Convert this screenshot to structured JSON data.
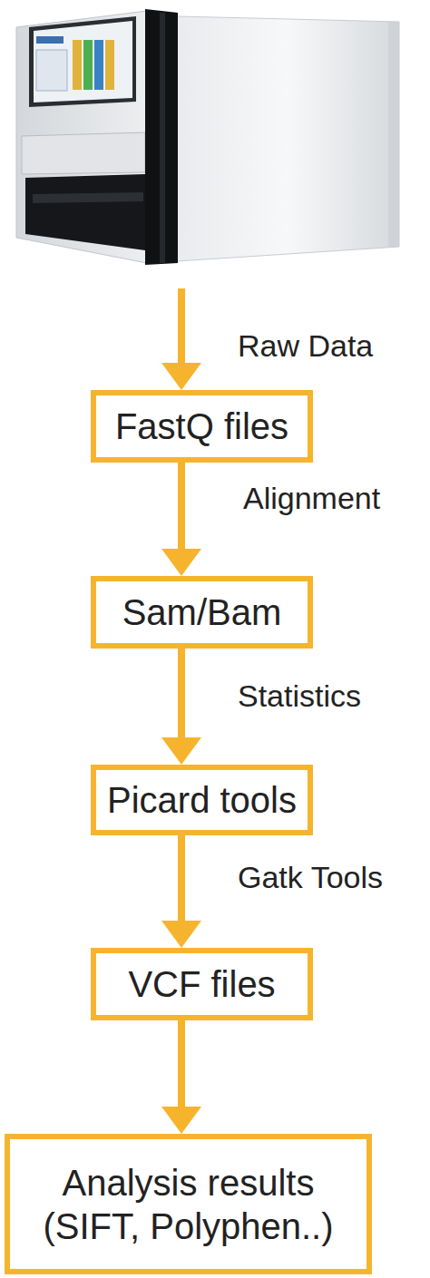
{
  "diagram": {
    "nodes": [
      {
        "text": [
          "FastQ files"
        ]
      },
      {
        "text": [
          "Sam/Bam"
        ]
      },
      {
        "text": [
          "Picard tools"
        ]
      },
      {
        "text": [
          "VCF files"
        ]
      },
      {
        "text": [
          "Analysis results (SIFT, Polyphen..)"
        ]
      }
    ],
    "edges": [
      {
        "from": 0,
        "to": 1,
        "label": "Alignment",
        "arrow": "to"
      },
      {
        "from": 1,
        "to": 2,
        "label": "Statistics",
        "arrow": "to"
      },
      {
        "from": 2,
        "to": 3,
        "label": "Gatk Tools",
        "arrow": "to"
      },
      {
        "from": 3,
        "to": 4,
        "arrow": "to"
      }
    ],
    "labels": [
      "Raw Data"
    ]
  }
}
